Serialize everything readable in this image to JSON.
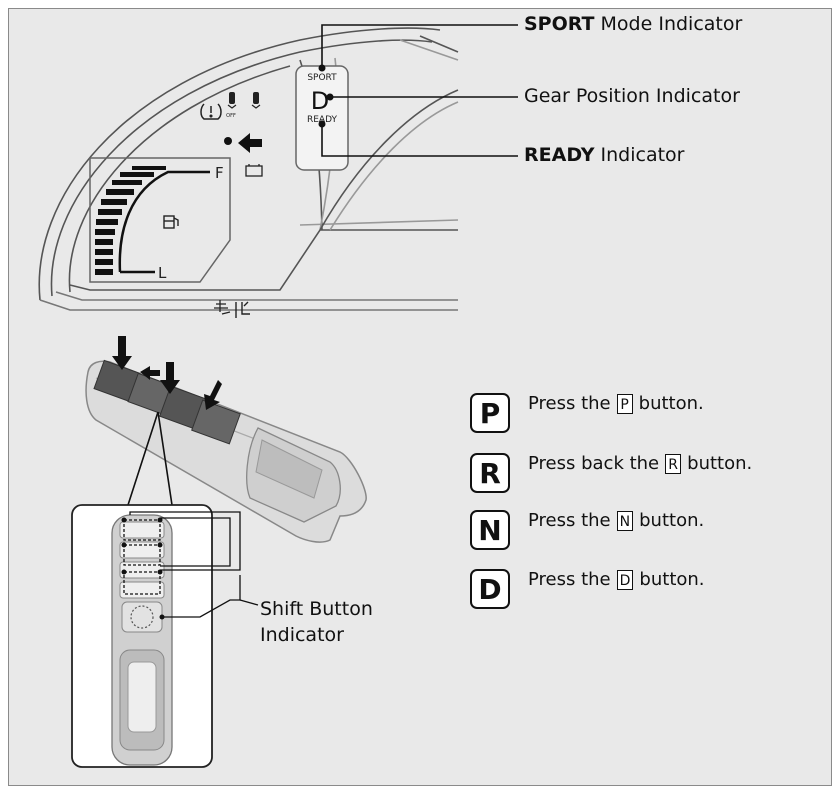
{
  "callouts": {
    "sport_bold": "SPORT",
    "sport_rest": " Mode Indicator",
    "gear": "Gear Position Indicator",
    "ready_bold": "READY",
    "ready_rest": " Indicator",
    "shift_line1": "Shift Button",
    "shift_line2": "Indicator"
  },
  "cluster": {
    "sport_small": "SPORT",
    "gear_letter": "D",
    "ready_small": "READY",
    "fuel_full": "F",
    "fuel_low": "L",
    "off_small": "OFF"
  },
  "legend": [
    {
      "key": "P",
      "before": "Press the",
      "mini": "P",
      "after": "button."
    },
    {
      "key": "R",
      "before": "Press back the",
      "mini": "R",
      "after": "button."
    },
    {
      "key": "N",
      "before": "Press the",
      "mini": "N",
      "after": "button."
    },
    {
      "key": "D",
      "before": "Press the",
      "mini": "D",
      "after": "button."
    }
  ]
}
